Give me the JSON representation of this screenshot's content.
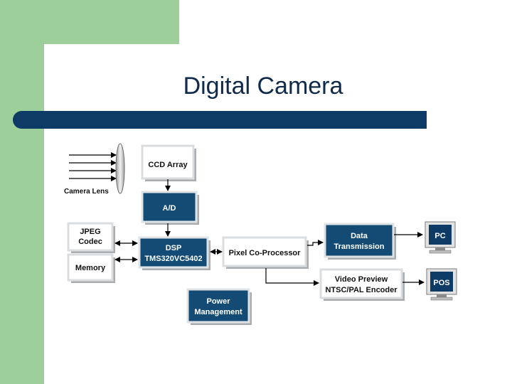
{
  "slide": {
    "title": "Digital Camera"
  },
  "diagram": {
    "camera_lens_label": "Camera Lens",
    "ccd_array": "CCD Array",
    "ad": "A/D",
    "jpeg_line1": "JPEG",
    "jpeg_line2": "Codec",
    "memory": "Memory",
    "dsp_line1": "DSP",
    "dsp_line2": "TMS320VC5402",
    "pixel_coprocessor": "Pixel Co-Processor",
    "data_tx_line1": "Data",
    "data_tx_line2": "Transmission",
    "video_line1": "Video Preview",
    "video_line2": "NTSC/PAL Encoder",
    "power_line1": "Power",
    "power_line2": "Management",
    "monitor_pc": "PC",
    "monitor_pos": "POS"
  },
  "colors": {
    "green_background": "#9dcf9b",
    "title_bar": "#0e3a66",
    "dark_box": "#134b74"
  }
}
